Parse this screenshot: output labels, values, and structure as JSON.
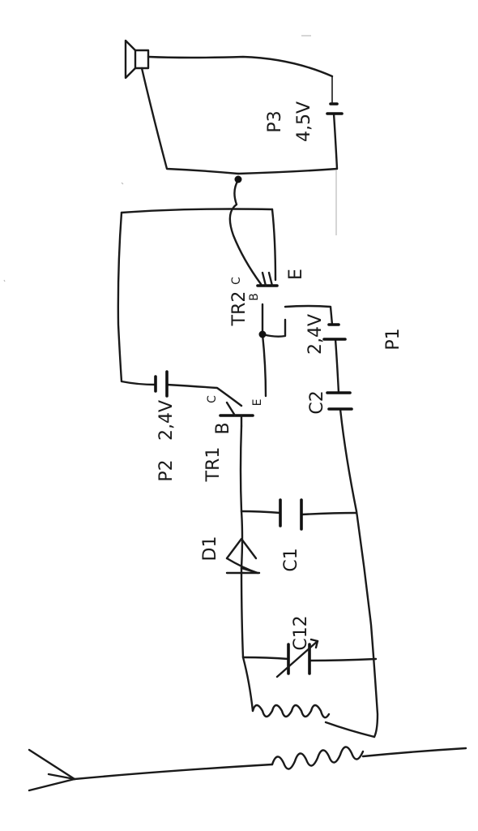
{
  "labels": {
    "p3": "P3",
    "p3_voltage": "4,5V",
    "tr2_c": "C",
    "tr2": "TR2",
    "tr2_b": "B",
    "tr2_e": "E",
    "p1_voltage": "2,4V",
    "p1": "P1",
    "c2": "C2",
    "p2": "P2",
    "p2_voltage": "2,4V",
    "tr1": "TR1",
    "tr1_b": "B",
    "tr1_c": "C",
    "tr1_e": "E",
    "d1": "D1",
    "c1": "C1",
    "c12": "C12"
  }
}
